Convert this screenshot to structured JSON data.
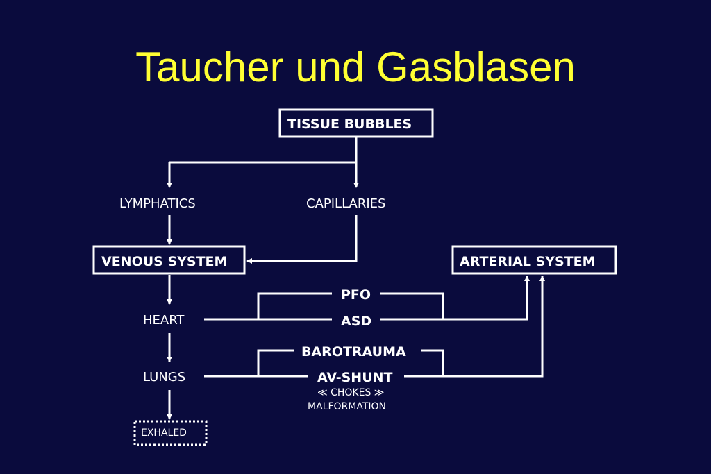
{
  "title": "Taucher und Gasblasen",
  "nodes": {
    "tissue_bubbles": "TISSUE BUBBLES",
    "lymphatics": "LYMPHATICS",
    "capillaries": "CAPILLARIES",
    "venous_system": "VENOUS SYSTEM",
    "arterial_system": "ARTERIAL SYSTEM",
    "heart": "HEART",
    "pfo": "PFO",
    "asd": "ASD",
    "barotrauma": "BAROTRAUMA",
    "lungs": "LUNGS",
    "av_shunt": "AV-SHUNT",
    "chokes": "≪ CHOKES ≫",
    "malformation": "MALFORMATION",
    "exhaled": "EXHALED"
  },
  "colors": {
    "background": "#0a0b3d",
    "title": "#ffff33",
    "lines": "#ffffff"
  }
}
